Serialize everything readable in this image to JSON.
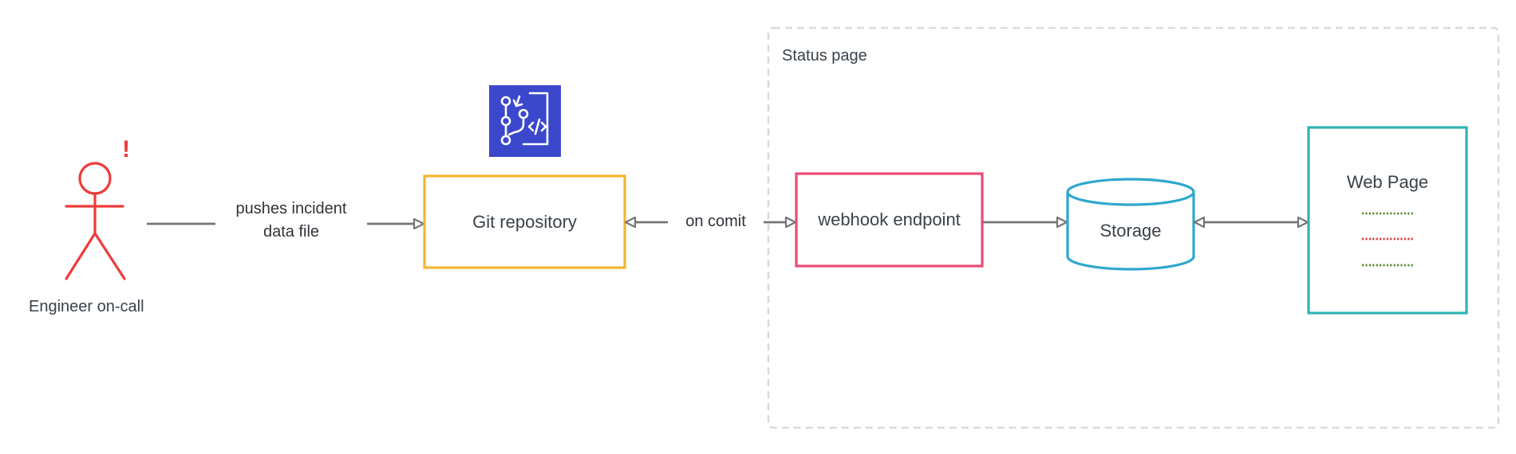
{
  "group": {
    "title": "Status page"
  },
  "actor": {
    "label": "Engineer on-call",
    "alert_mark": "!"
  },
  "nodes": {
    "git_repository": "Git repository",
    "webhook_endpoint": "webhook endpoint",
    "storage": "Storage",
    "web_page": "Web Page"
  },
  "edges": {
    "push": {
      "line1": "pushes incident",
      "line2": "data file"
    },
    "commit": "on comit"
  },
  "colors": {
    "actor": "#ee3b3b",
    "git_repository_border": "#f2b530",
    "webhook_border": "#ea4b74",
    "storage_border": "#2fa7cf",
    "web_page_border": "#2fb3b2",
    "git_icon_bg": "#3b48cc",
    "arrow": "#757575",
    "group_border": "#d9d9d9",
    "web_page_line_ok": "#5a8b2e",
    "web_page_line_alert": "#e03a3a"
  },
  "icons": {
    "git_repository": "codecommit-icon"
  }
}
